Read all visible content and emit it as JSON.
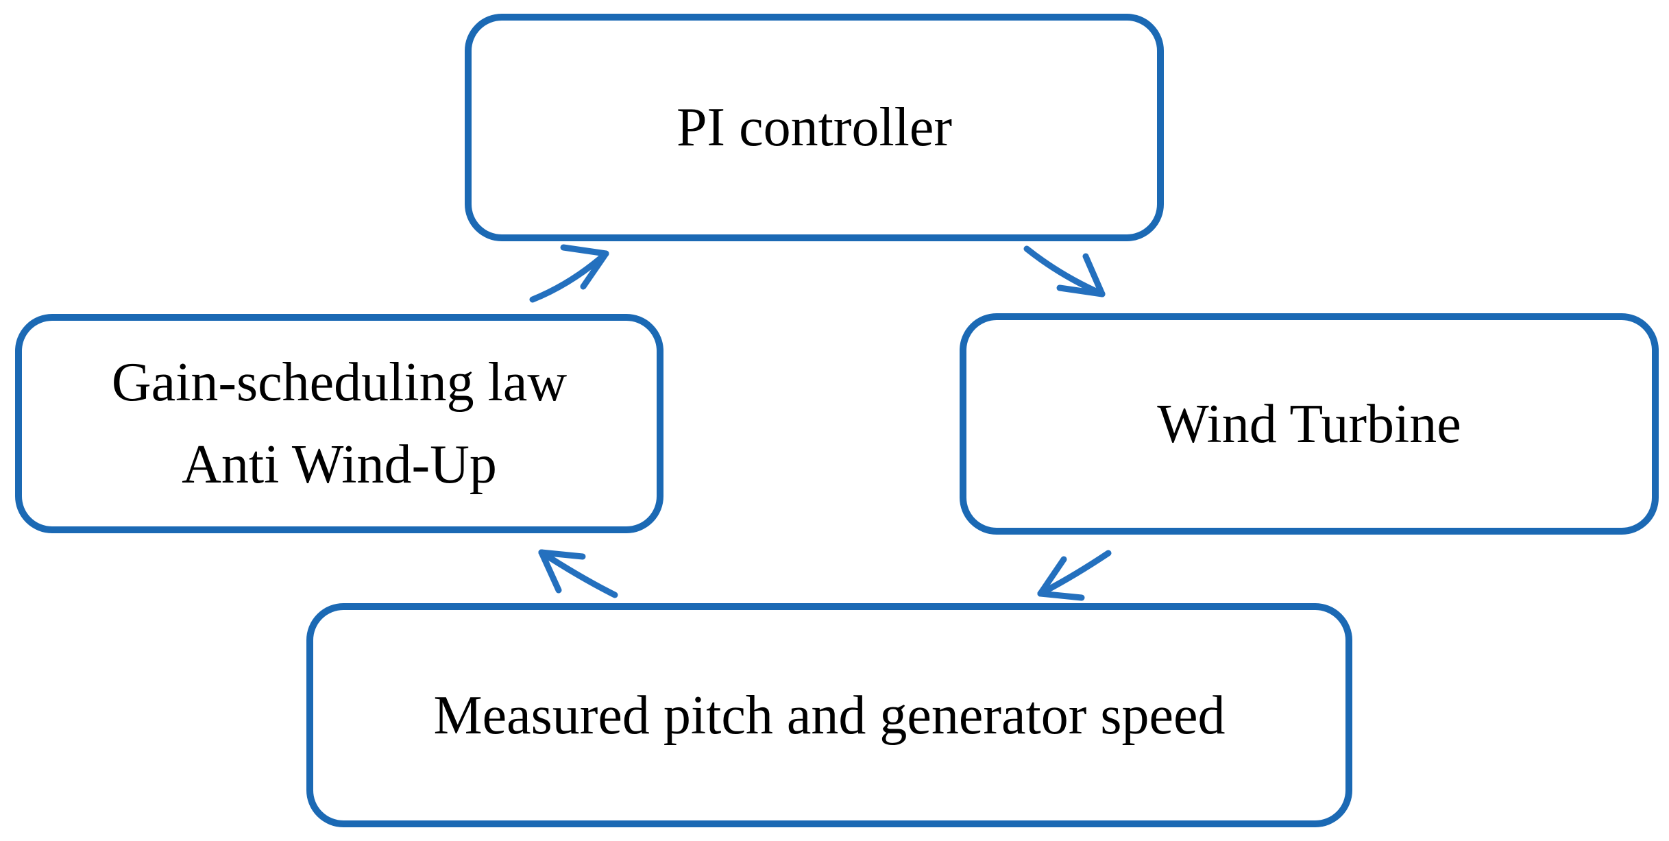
{
  "diagram": {
    "colors": {
      "border": "#1B69B4",
      "arrow": "#2470BE",
      "text": "#000000",
      "background": "#FFFFFF"
    },
    "nodes": [
      {
        "id": "pi-controller",
        "label": "PI controller"
      },
      {
        "id": "wind-turbine",
        "label": "Wind Turbine"
      },
      {
        "id": "measured-pitch-generator-speed",
        "label": "Measured pitch and generator speed"
      },
      {
        "id": "gain-scheduling-anti-windup",
        "lines": [
          "Gain-scheduling law",
          "Anti Wind-Up"
        ]
      }
    ],
    "edges": [
      {
        "from": "PI controller",
        "to": "Wind Turbine"
      },
      {
        "from": "Wind Turbine",
        "to": "Measured pitch and generator speed"
      },
      {
        "from": "Measured pitch and generator speed",
        "to": "Gain-scheduling law / Anti Wind-Up"
      },
      {
        "from": "Gain-scheduling law / Anti Wind-Up",
        "to": "PI controller"
      }
    ]
  }
}
